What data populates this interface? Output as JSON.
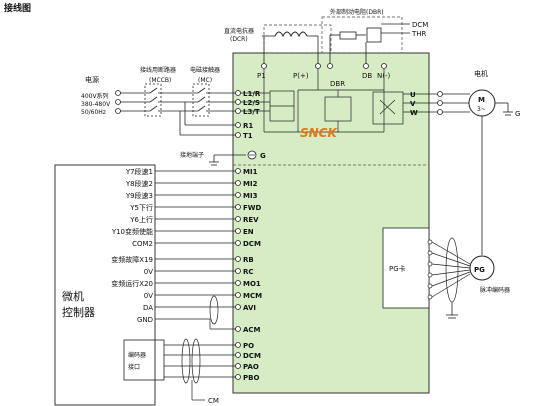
{
  "title": "接线图",
  "top": {
    "dcr_label": "直流电抗器",
    "dcr_abbr": "(DCR)",
    "dbr_ext_label": "外部制动电阻(DBR)",
    "dcm": "DCM",
    "thr": "THR",
    "p1": "P1",
    "pplus": "P(+)",
    "dbr": "DBR",
    "db": "DB",
    "nminus": "N(-)"
  },
  "supply": {
    "power": "电源",
    "v1": "400V系列",
    "v2": "380-480V",
    "hz": "50/60Hz",
    "mccb_name": "接线用断路器",
    "mccb_abbr": "(MCCB)",
    "mc_name": "电磁接触器",
    "mc_abbr": "(MC)"
  },
  "power_terms": [
    "L1/R",
    "L2/S",
    "L3/T",
    "R1",
    "T1"
  ],
  "ground_label": "接地端子",
  "ground_g": "G",
  "output_terms": [
    "U",
    "V",
    "W"
  ],
  "motor": {
    "title": "电机",
    "m": "M",
    "phase": "3~",
    "g": "G"
  },
  "brand": "SNCK",
  "controller": {
    "line1": "微机",
    "line2": "控制器"
  },
  "encoder_port": {
    "line1": "编码器",
    "line2": "接口"
  },
  "ext_signals": [
    "Y7段速1",
    "Y8段速2",
    "Y9段速3",
    "Y5下行",
    "Y6上行",
    "Y10变频使能",
    "COM2",
    "变频故障X19",
    "0V",
    "变频运行X20",
    "0V",
    "DA",
    "GND"
  ],
  "control_terms": [
    "MI1",
    "MI2",
    "MI3",
    "FWD",
    "REV",
    "EN",
    "DCM",
    "RB",
    "RC",
    "MO1",
    "MCM",
    "AVI",
    "ACM",
    "PO",
    "DCM",
    "PAO",
    "PBO"
  ],
  "cm_label": "CM",
  "pg_card": "PG卡",
  "pg": "PG",
  "pg_encoder": "脉冲编码器",
  "colors": {
    "green_fill": "#d6ecc5",
    "border": "#333333",
    "brand": "#e07818"
  }
}
